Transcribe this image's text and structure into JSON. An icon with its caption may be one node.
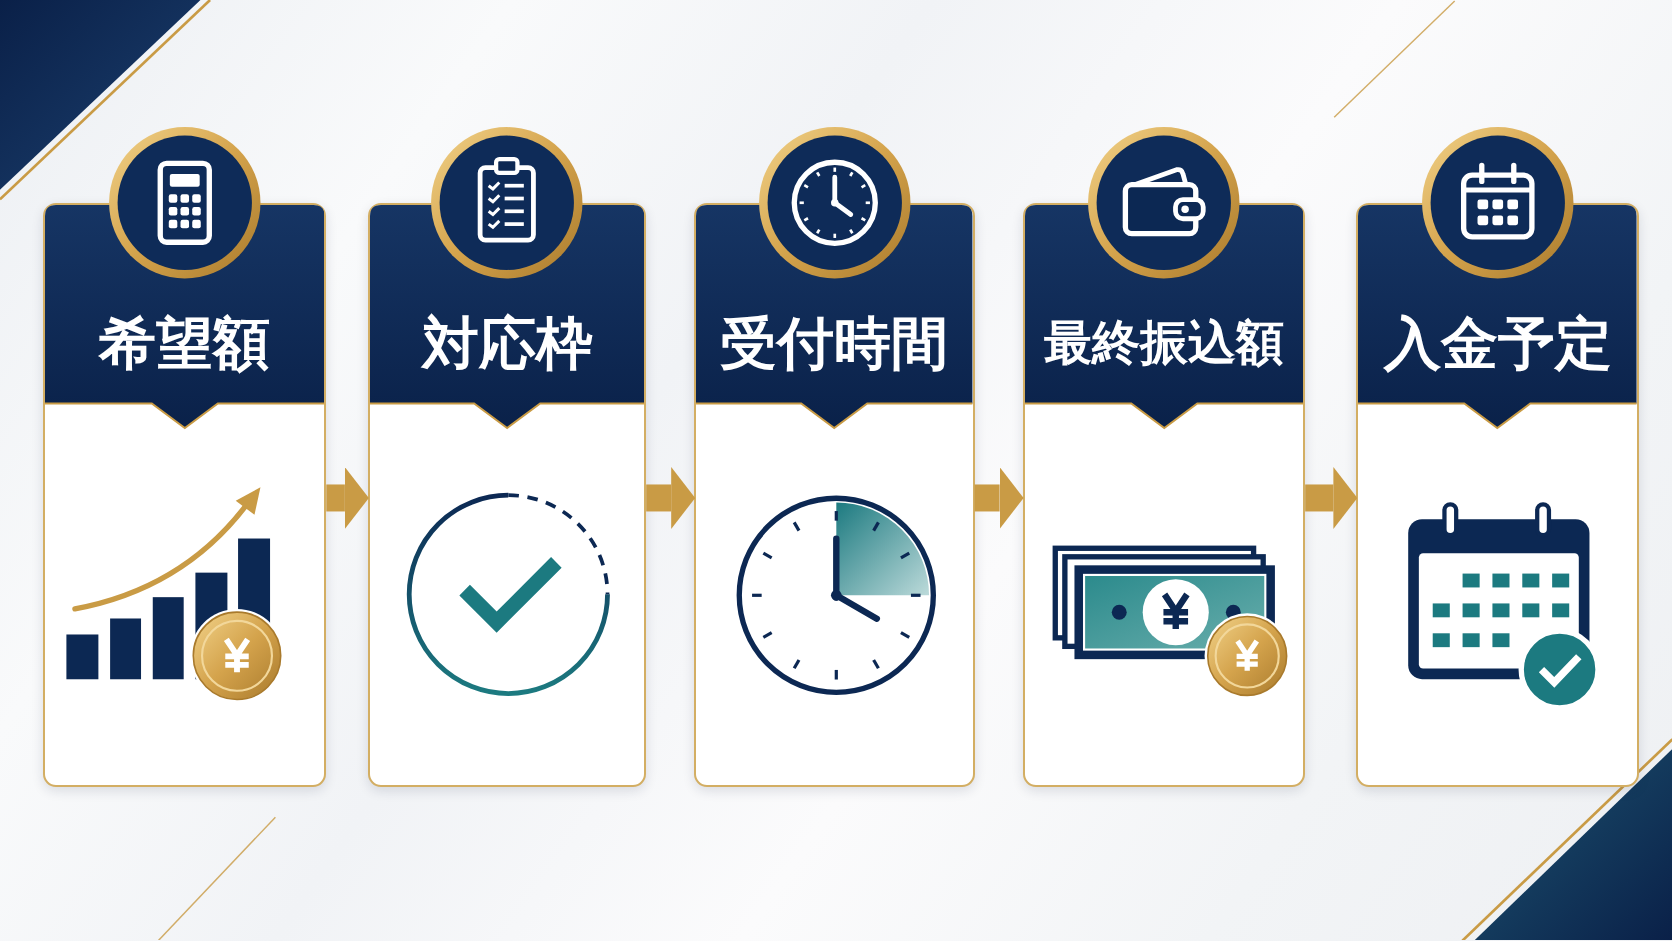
{
  "diagram": {
    "nodes": [
      {
        "text": [
          "希望額"
        ]
      },
      {
        "text": [
          "対応枠"
        ]
      },
      {
        "text": [
          "受付時間"
        ]
      },
      {
        "text": [
          "最終振込額"
        ]
      },
      {
        "text": [
          "入金予定"
        ]
      }
    ],
    "edges": [
      {
        "from": 0,
        "to": 1,
        "arrow": "to"
      },
      {
        "from": 1,
        "to": 2,
        "arrow": "to"
      },
      {
        "from": 2,
        "to": 3,
        "arrow": "to"
      },
      {
        "from": 3,
        "to": 4,
        "arrow": "to"
      }
    ]
  }
}
